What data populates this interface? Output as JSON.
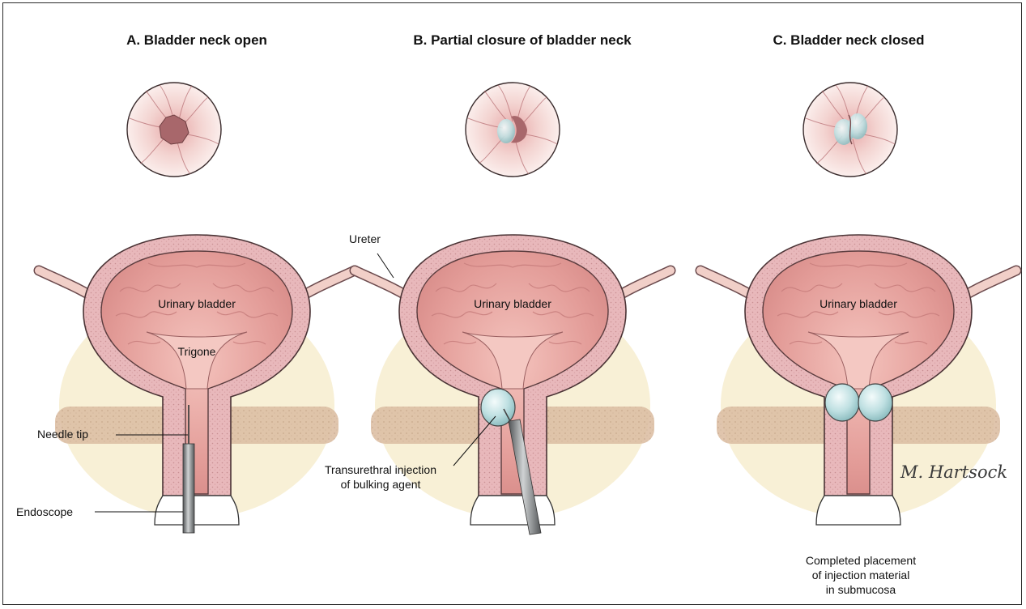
{
  "panels": {
    "a": {
      "title": "A. Bladder neck open",
      "labels": {
        "bladder": "Urinary bladder",
        "trigone": "Trigone",
        "needle_tip": "Needle tip",
        "endoscope": "Endoscope"
      }
    },
    "b": {
      "title": "B. Partial closure of bladder neck",
      "labels": {
        "ureter": "Ureter",
        "bladder": "Urinary bladder",
        "injection": "Transurethral injection\nof bulking agent"
      }
    },
    "c": {
      "title": "C. Bladder neck closed",
      "labels": {
        "bladder": "Urinary bladder",
        "completed": "Completed placement\nof injection material\nin submucosa"
      }
    }
  },
  "signature": "M. Hartsock",
  "colors": {
    "wall": "#e7b6b9",
    "wall_dark": "#6b4a4d",
    "lumen": "#e9a7a2",
    "mucosa_fold": "#c77d7c",
    "fat": "#f6ebc8",
    "pelvic_floor": "#d8b89c",
    "bulking_agent": "#bfe0e2",
    "scope": "#8f9294"
  }
}
